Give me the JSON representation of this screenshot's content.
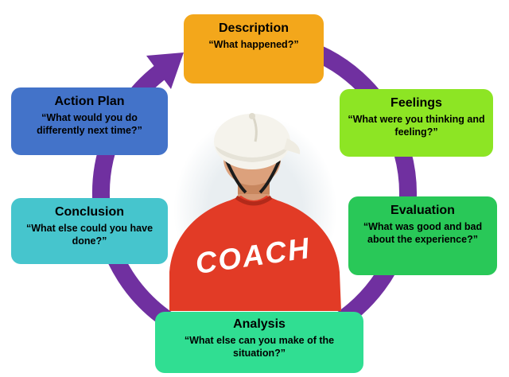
{
  "diagram": {
    "name": "reflective-cycle",
    "arrow_color": "#7030A0",
    "stages": [
      {
        "id": "description",
        "label": "Description",
        "question": "“What happened?”",
        "color": "#F3A71B"
      },
      {
        "id": "feelings",
        "label": "Feelings",
        "question": "“What were you thinking and feeling?”",
        "color": "#8DE524"
      },
      {
        "id": "evaluation",
        "label": "Evaluation",
        "question": "“What was good and bad about the experience?”",
        "color": "#29C858"
      },
      {
        "id": "analysis",
        "label": "Analysis",
        "question": "“What else can you make of the situation?”",
        "color": "#30DE92"
      },
      {
        "id": "conclusion",
        "label": "Conclusion",
        "question": "“What else could you have done?”",
        "color": "#46C5CD"
      },
      {
        "id": "action-plan",
        "label": "Action Plan",
        "question": "“What would you do differently next time?”",
        "color": "#4373C9"
      }
    ],
    "center": {
      "shirt_text": "COACH"
    }
  }
}
